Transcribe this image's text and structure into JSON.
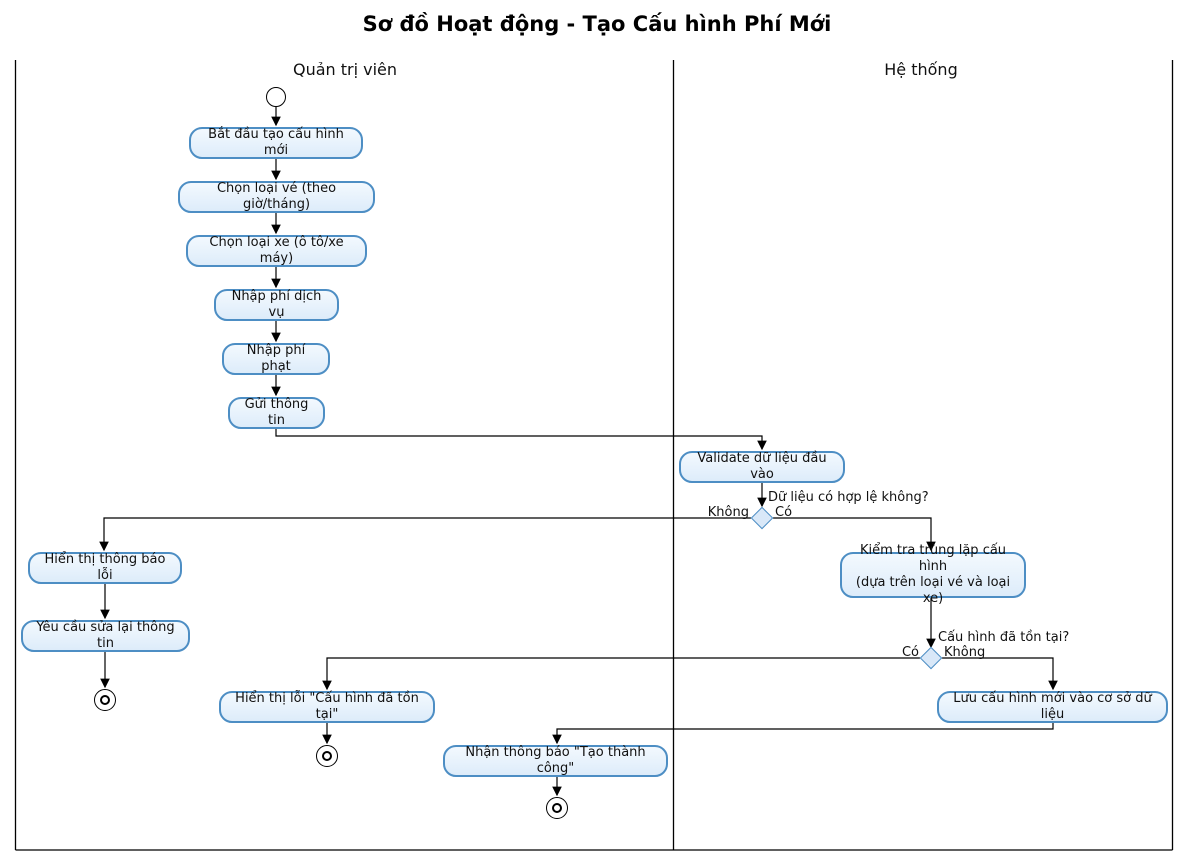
{
  "title": "Sơ đồ Hoạt động - Tạo Cấu hình Phí Mới",
  "lanes": {
    "admin": "Quản trị viên",
    "system": "Hệ thống"
  },
  "nodes": {
    "start_create": "Bắt đầu tạo cấu hình mới",
    "choose_ticket": "Chọn loại vé (theo giờ/tháng)",
    "choose_vehicle": "Chọn loại xe (ô tô/xe máy)",
    "enter_service_fee": "Nhập phí dịch vụ",
    "enter_penalty_fee": "Nhập phí phạt",
    "submit_info": "Gửi thông tin",
    "validate_input": "Validate dữ liệu đầu vào",
    "show_error": "Hiển thị thông báo lỗi",
    "request_fix": "Yêu cầu sửa lại thông tin",
    "check_duplicate": "Kiểm tra trùng lặp cấu hình\n(dựa trên loại vé và loại xe)",
    "show_exists_error": "Hiển thị lỗi \"Cấu hình đã tồn tại\"",
    "save_config": "Lưu cấu hình mới vào cơ sở dữ liệu",
    "receive_success": "Nhận thông báo \"Tạo thành công\""
  },
  "decisions": {
    "valid": {
      "question": "Dữ liệu có hợp lệ không?",
      "no_label": "Không",
      "yes_label": "Có"
    },
    "exists": {
      "question": "Cấu hình đã tồn tại?",
      "yes_label": "Có",
      "no_label": "Không"
    }
  },
  "colors": {
    "node_border": "#4d8ec4",
    "node_fill": "#e8f3fc",
    "diamond_fill": "#d9e8f8",
    "edge": "#000000"
  }
}
